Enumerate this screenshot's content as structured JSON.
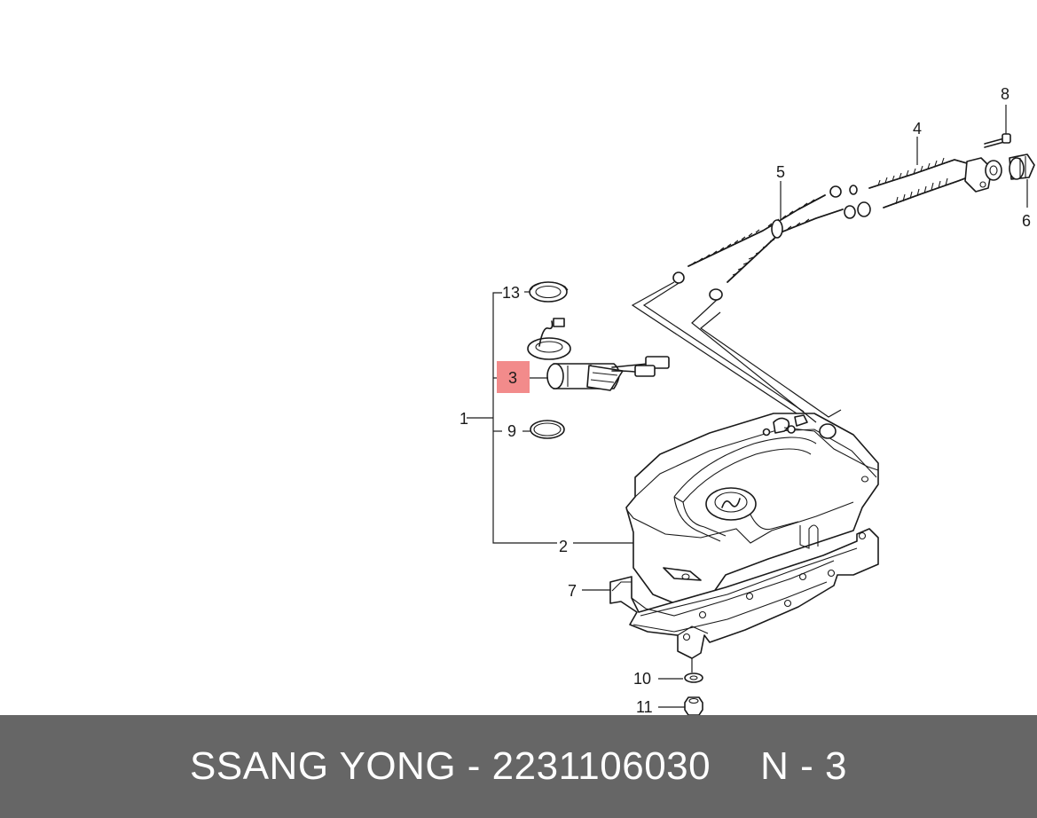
{
  "diagram": {
    "callouts": {
      "c1": "1",
      "c2": "2",
      "c3": "3",
      "c4": "4",
      "c5": "5",
      "c6": "6",
      "c7": "7",
      "c8": "8",
      "c9": "9",
      "c10": "10",
      "c11": "11",
      "c13": "13"
    },
    "highlighted_callout": "3",
    "highlight_color": "#f28b8b"
  },
  "footer": {
    "brand_part": "SSANG YONG - 2231106030",
    "ref": "N - 3",
    "background": "#666666",
    "text_color": "#ffffff"
  }
}
